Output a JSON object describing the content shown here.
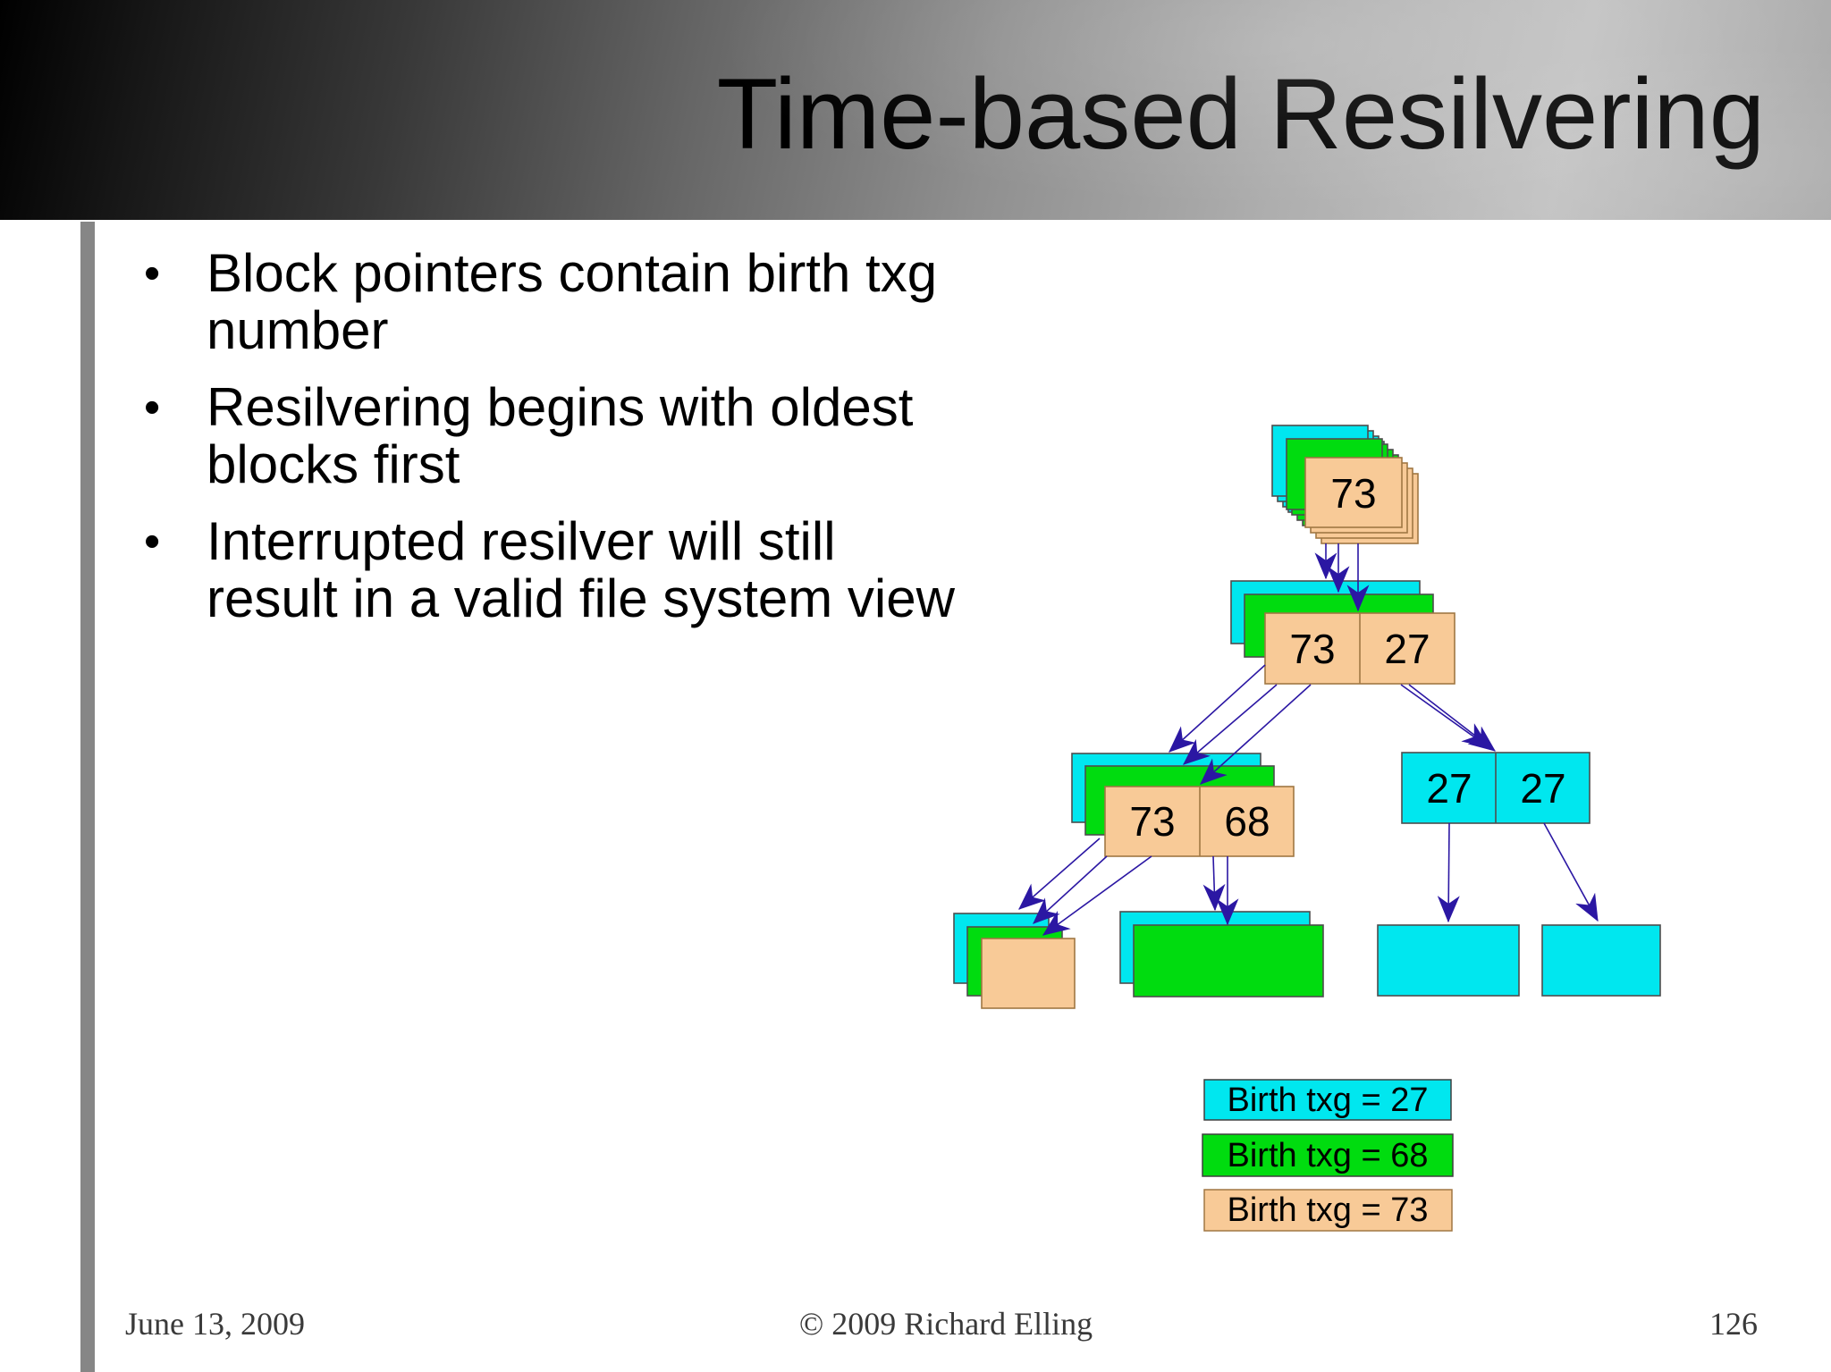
{
  "header": {
    "title": "Time-based Resilvering"
  },
  "bullets": [
    "Block pointers contain birth txg\nnumber",
    "Resilvering begins with oldest\nblocks first",
    "Interrupted resilver will still\nresult in a valid file system view"
  ],
  "diagram": {
    "root": {
      "label": "73"
    },
    "level2": {
      "cells": [
        "73",
        "27"
      ]
    },
    "level3_left": {
      "cells": [
        "73",
        "68"
      ]
    },
    "level3_right": {
      "cells": [
        "27",
        "27"
      ]
    },
    "legend": [
      {
        "label": "Birth txg = 27",
        "color": "#00e7ef"
      },
      {
        "label": "Birth txg = 68",
        "color": "#00dc0f"
      },
      {
        "label": "Birth txg = 73",
        "color": "#f8ca97"
      }
    ],
    "colors": {
      "cyan": "#00e7ef",
      "green": "#00dc0f",
      "tan": "#f8ca97",
      "arrow": "#2b17a3"
    }
  },
  "footer": {
    "date": "June 13, 2009",
    "copyright": "© 2009 Richard Elling",
    "page_number": "126"
  }
}
